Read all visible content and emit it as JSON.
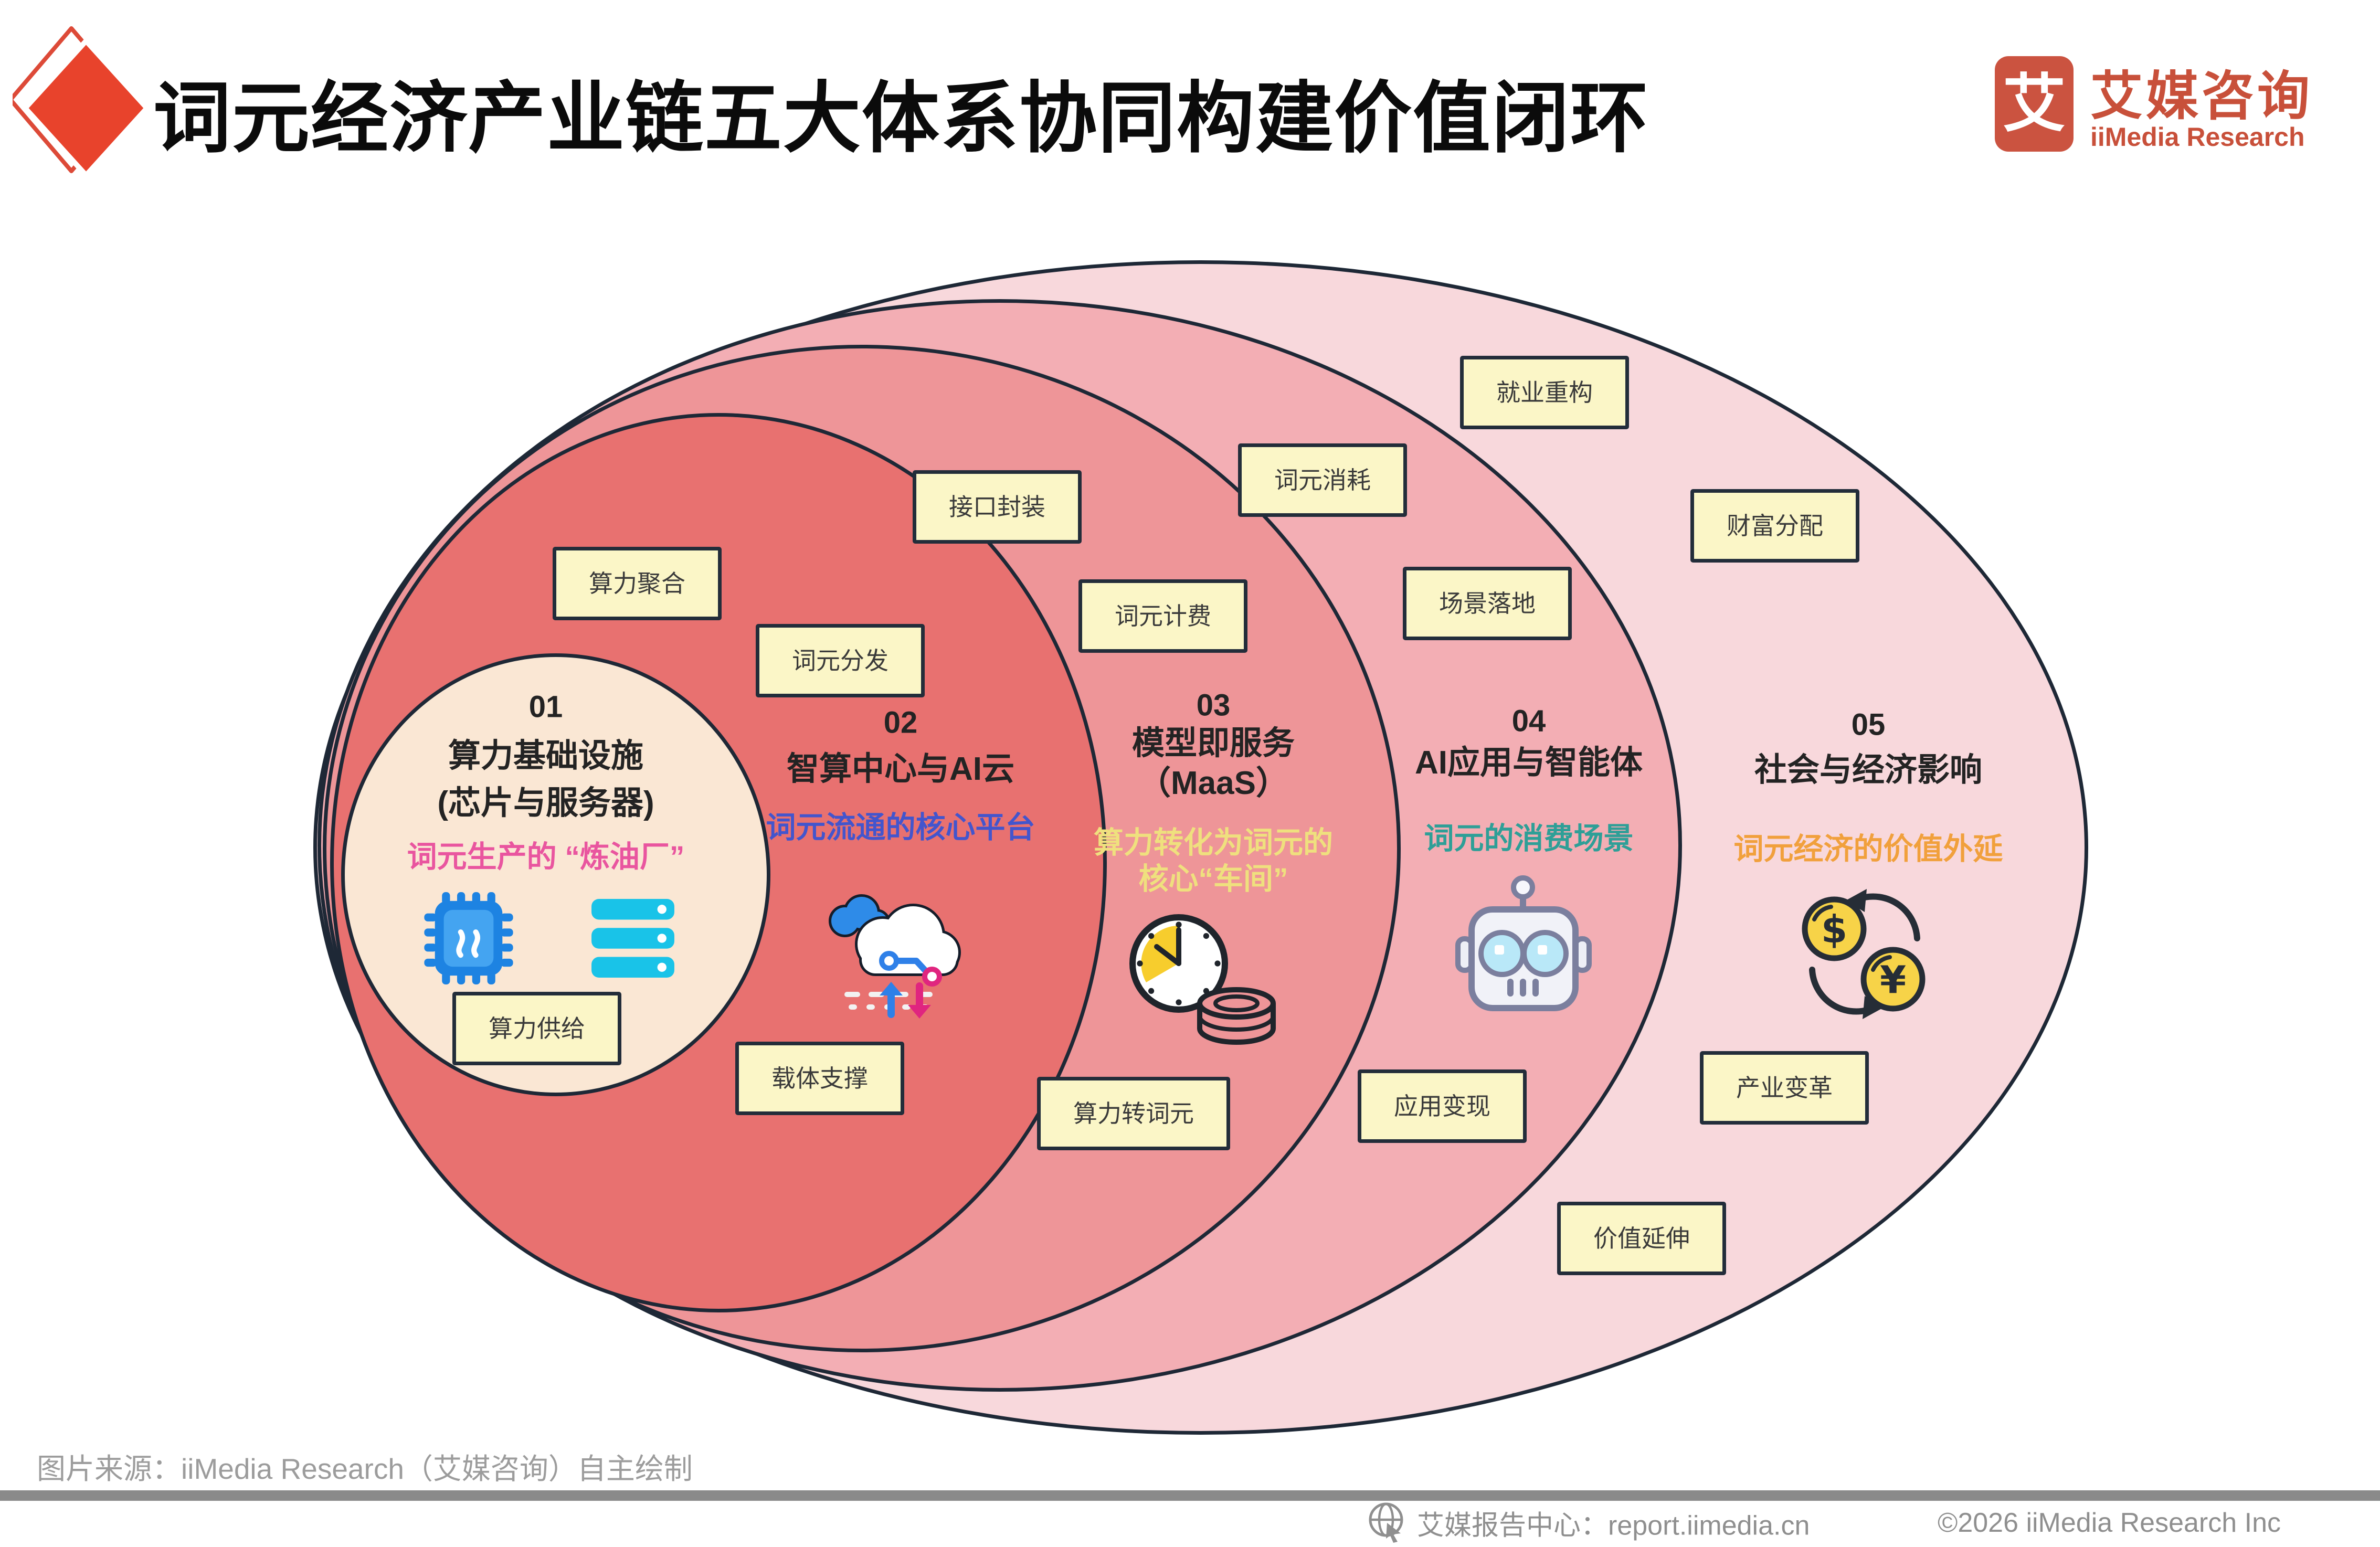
{
  "header": {
    "title": "词元经济产业链五大体系协同构建价值闭环",
    "logo": {
      "glyph": "艾",
      "name_cn": "艾媒咨询",
      "name_en": "iiMedia Research",
      "color": "#c8503a"
    },
    "title_icon": "diamond-icon"
  },
  "rings": [
    {
      "num": "01",
      "title": "算力基础设施",
      "title2": "(芯片与服务器)",
      "sub1": "词元生产的 “炼油厂”",
      "subtitle_color": "#e9559f",
      "fill": "#fae7d4",
      "icons": [
        "chip-icon",
        "server-icon"
      ]
    },
    {
      "num": "02",
      "title": "智算中心与AI云",
      "sub1": "词元流通的核心平台",
      "subtitle_color": "#4355cd",
      "fill": "#e87170",
      "icons": [
        "cloud-compute-icon"
      ]
    },
    {
      "num": "03",
      "title": "模型即服务",
      "title2": "（MaaS）",
      "sub1": "算力转化为词元的",
      "sub2": "核心“车间”",
      "subtitle_color": "#efe07e",
      "fill": "#ee9598",
      "icons": [
        "clock-coins-icon"
      ]
    },
    {
      "num": "04",
      "title": "AI应用与智能体",
      "sub1": "词元的消费场景",
      "subtitle_color": "#2e9f97",
      "fill": "#f3aeb4",
      "icons": [
        "robot-icon"
      ]
    },
    {
      "num": "05",
      "title": "社会与经济影响",
      "sub1": "词元经济的价值外延",
      "subtitle_color": "#f1a03c",
      "fill": "#f8d8dc",
      "icons": [
        "currency-exchange-icon"
      ]
    }
  ],
  "tags": [
    "算力聚合",
    "词元分发",
    "接口封装",
    "词元计费",
    "词元消耗",
    "场景落地",
    "就业重构",
    "财富分配",
    "算力供给",
    "载体支撑",
    "算力转词元",
    "应用变现",
    "价值延伸",
    "产业变革"
  ],
  "footer": {
    "source": "图片来源：iiMedia Research（艾媒咨询）自主绘制",
    "report_center": "艾媒报告中心：report.iimedia.cn",
    "copyright": "©2026   iiMedia Research  Inc",
    "icon": "globe-cursor-icon"
  },
  "palette": {
    "outline": "#1e2836",
    "tag_bg": "#fbf6c7",
    "tag_border": "#232d3a",
    "title_red": "#e8432c",
    "logo_orange": "#cb5340",
    "footer_gray": "#8f8f8f"
  }
}
